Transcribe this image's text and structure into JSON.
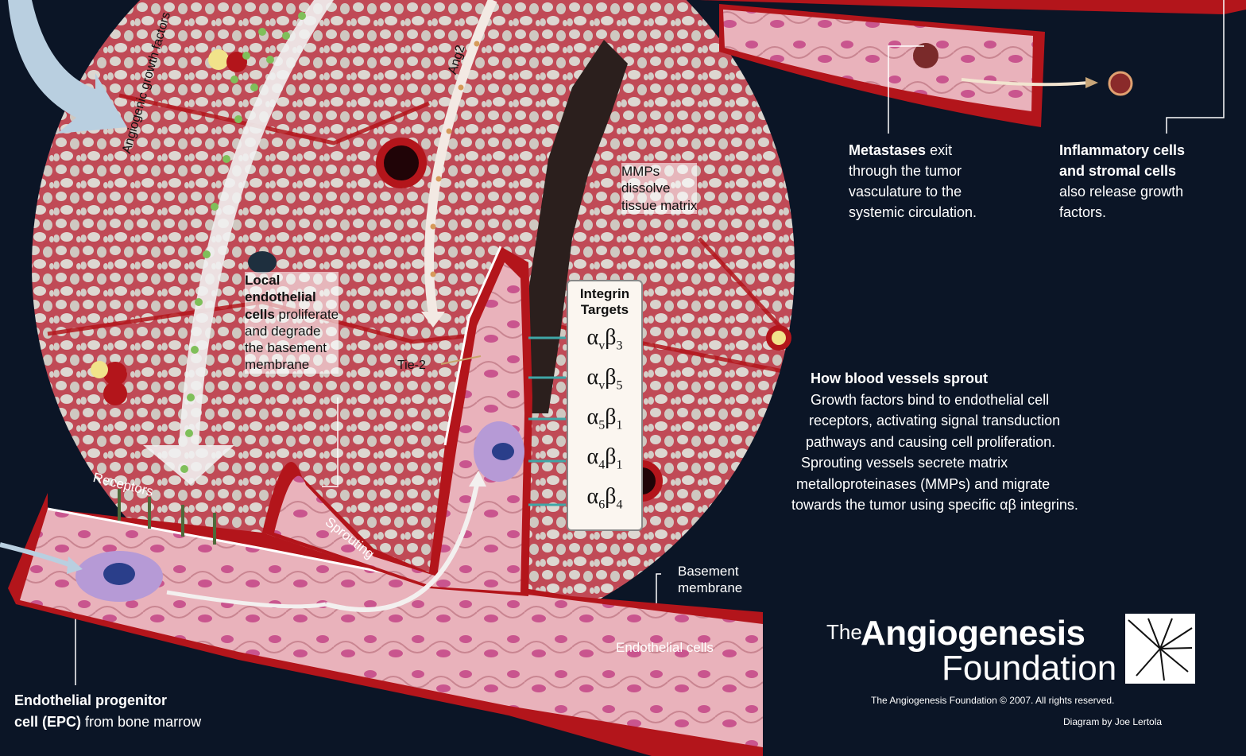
{
  "labels": {
    "angiogenic": "Angiogenic growth factors",
    "ang2": "Ang2",
    "mmps": [
      "MMPs",
      "dissolve",
      "tissue matrix"
    ],
    "local": [
      "Local",
      "endothelial",
      "cells"
    ],
    "local_rest": [
      " proliferate",
      "and degrade",
      "the basement",
      "membrane"
    ],
    "tie2": "Tie-2",
    "receptors": "Receptors",
    "sprouting": "Sprouting",
    "basement": [
      "Basement",
      "membrane"
    ],
    "endothelial_cells": "Endothelial cells",
    "epc_bold": [
      "Endothelial progenitor",
      "cell (EPC)"
    ],
    "epc_rest": " from bone marrow"
  },
  "integrins": {
    "title": [
      "Integrin",
      "Targets"
    ],
    "items": [
      {
        "a": "v",
        "b": "3"
      },
      {
        "a": "v",
        "b": "5"
      },
      {
        "a": "5",
        "b": "1"
      },
      {
        "a": "4",
        "b": "1"
      },
      {
        "a": "6",
        "b": "4"
      }
    ]
  },
  "metastases": {
    "bold": "Metastases",
    "rest": [
      " exit",
      "through the tumor",
      "vasculature to the",
      "systemic circulation."
    ]
  },
  "inflammatory": {
    "bold": [
      "Inflammatory cells",
      "and stromal cells"
    ],
    "rest": [
      "also release growth",
      "factors."
    ]
  },
  "sprout": {
    "title": "How blood vessels sprout",
    "lines": [
      "Growth factors bind to endothelial cell",
      "receptors, activating signal transduction",
      "pathways and causing cell proliferation.",
      "Sprouting vessels secrete matrix",
      "metalloproteinases (MMPs) and migrate",
      "towards the tumor using specific αβ integrins."
    ]
  },
  "logo": {
    "the": "The",
    "main": "Angiogenesis",
    "sub": "Foundation",
    "copyright": "The Angiogenesis Foundation © 2007. All rights reserved.",
    "credit": "Diagram by Joe Lertola"
  },
  "colors": {
    "background": "#0b1526",
    "tissue": "#c9c3bc",
    "vessel_red": "#b3151b",
    "cell_pink": "#e8a8b4",
    "nucleus_purple": "#a0307a"
  }
}
